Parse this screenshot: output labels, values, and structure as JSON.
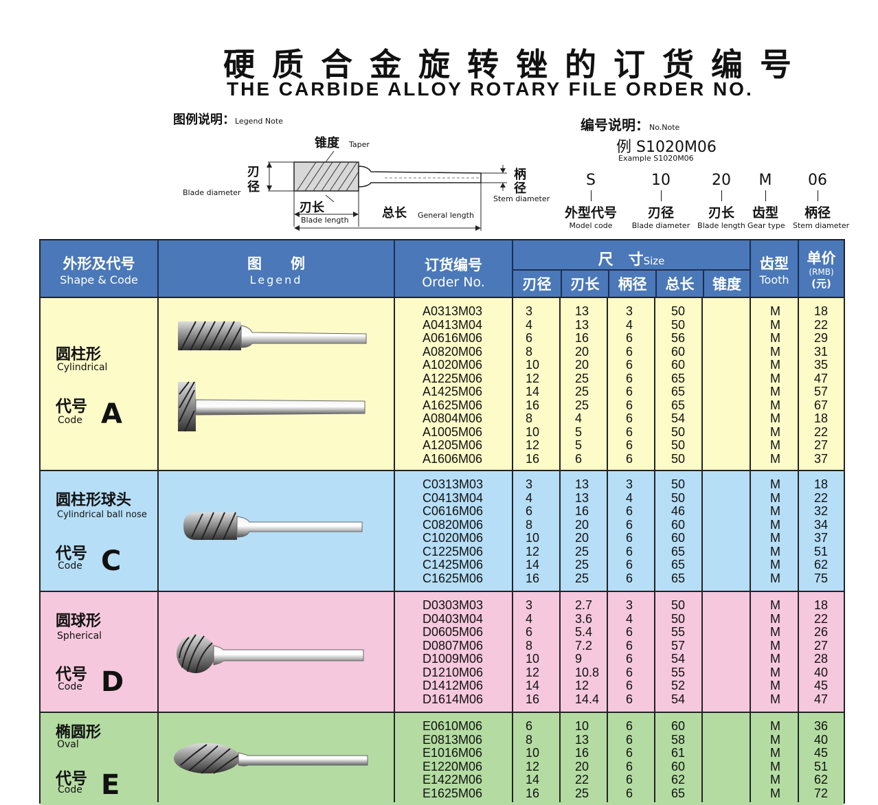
{
  "title": {
    "cn": "硬质合金旋转锉的订货编号",
    "en": "THE CARBIDE ALLOY ROTARY FILE ORDER NO."
  },
  "legend": {
    "cn": "图例说明：",
    "en": "Legend Note",
    "taper_cn": "锥度",
    "taper_en": "Taper",
    "blade_diameter_cn1": "刃",
    "blade_diameter_cn2": "径",
    "blade_diameter_en": "Blade diameter",
    "blade_length_cn": "刃长",
    "blade_length_en": "Blade length",
    "general_length_cn": "总长",
    "general_length_en": "General length",
    "stem_diameter_cn1": "柄",
    "stem_diameter_cn2": "径",
    "stem_diameter_en": "Stem diameter"
  },
  "no_note": {
    "cn": "编号说明：",
    "en": "No.Note",
    "example": "例 S1020M06",
    "example_en": "Example S1020M06",
    "parts": [
      {
        "code": "S",
        "cn": "外型代号",
        "en": "Model code"
      },
      {
        "code": "10",
        "cn": "刃径",
        "en": "Blade diameter"
      },
      {
        "code": "20",
        "cn": "刃长",
        "en": "Blade length"
      },
      {
        "code": "M",
        "cn": "齿型",
        "en": "Gear type"
      },
      {
        "code": "06",
        "cn": "柄径",
        "en": "Stem diameter"
      }
    ]
  },
  "table_header": {
    "shape_cn": "外形及代号",
    "shape_en": "Shape & Code",
    "legend_cn": "图　　例",
    "legend_en": "Legend",
    "order_cn": "订货编号",
    "order_en": "Order No.",
    "size_cn": "尺　寸",
    "size_en": "Size",
    "blade_dia": "刃径",
    "blade_len": "刃长",
    "stem_dia": "柄径",
    "total_len": "总长",
    "taper": "锥度",
    "tooth_cn": "齿型",
    "tooth_en": "Tooth",
    "price_cn": "单价",
    "price_rmb": "(RMB)",
    "price_yuan": "(元)"
  },
  "code_label": {
    "cn": "代号",
    "en": "Code"
  },
  "colors": {
    "header": "#4a78b8",
    "sectionA": "#fdfbc8",
    "sectionC": "#b6def7",
    "sectionD": "#f6c8dd",
    "sectionE": "#b4dca2"
  },
  "sections": [
    {
      "name_cn": "圆柱形",
      "name_en": "Cylindrical",
      "code": "A",
      "order": [
        "A0313M03",
        "A0413M04",
        "A0616M06",
        "A0820M06",
        "A1020M06",
        "A1225M06",
        "A1425M06",
        "A1625M06",
        "A0804M06",
        "A1005M06",
        "A1205M06",
        "A1606M06"
      ],
      "blade_dia": [
        "3",
        "4",
        "6",
        "8",
        "10",
        "12",
        "14",
        "16",
        "8",
        "10",
        "12",
        "16"
      ],
      "blade_len": [
        "13",
        "13",
        "16",
        "20",
        "20",
        "25",
        "25",
        "25",
        "4",
        "5",
        "5",
        "6"
      ],
      "stem_dia": [
        "3",
        "4",
        "6",
        "6",
        "6",
        "6",
        "6",
        "6",
        "6",
        "6",
        "6",
        "6"
      ],
      "total_len": [
        "50",
        "50",
        "56",
        "60",
        "60",
        "65",
        "65",
        "65",
        "54",
        "50",
        "50",
        "50"
      ],
      "tooth": [
        "M",
        "M",
        "M",
        "M",
        "M",
        "M",
        "M",
        "M",
        "M",
        "M",
        "M",
        "M"
      ],
      "price": [
        "18",
        "22",
        "29",
        "31",
        "35",
        "47",
        "57",
        "67",
        "18",
        "22",
        "27",
        "37"
      ]
    },
    {
      "name_cn": "圆柱形球头",
      "name_en": "Cylindrical ball nose",
      "code": "C",
      "order": [
        "C0313M03",
        "C0413M04",
        "C0616M06",
        "C0820M06",
        "C1020M06",
        "C1225M06",
        "C1425M06",
        "C1625M06"
      ],
      "blade_dia": [
        "3",
        "4",
        "6",
        "8",
        "10",
        "12",
        "14",
        "16"
      ],
      "blade_len": [
        "13",
        "13",
        "16",
        "20",
        "20",
        "25",
        "25",
        "25"
      ],
      "stem_dia": [
        "3",
        "4",
        "6",
        "6",
        "6",
        "6",
        "6",
        "6"
      ],
      "total_len": [
        "50",
        "50",
        "46",
        "60",
        "60",
        "65",
        "65",
        "65"
      ],
      "tooth": [
        "M",
        "M",
        "M",
        "M",
        "M",
        "M",
        "M",
        "M"
      ],
      "price": [
        "18",
        "22",
        "32",
        "34",
        "37",
        "51",
        "62",
        "75"
      ]
    },
    {
      "name_cn": "圆球形",
      "name_en": "Spherical",
      "code": "D",
      "order": [
        "D0303M03",
        "D0403M04",
        "D0605M06",
        "D0807M06",
        "D1009M06",
        "D1210M06",
        "D1412M06",
        "D1614M06"
      ],
      "blade_dia": [
        "3",
        "4",
        "6",
        "8",
        "10",
        "12",
        "14",
        "16"
      ],
      "blade_len": [
        "2.7",
        "3.6",
        "5.4",
        "7.2",
        "9",
        "10.8",
        "12",
        "14.4"
      ],
      "stem_dia": [
        "3",
        "4",
        "6",
        "6",
        "6",
        "6",
        "6",
        "6"
      ],
      "total_len": [
        "50",
        "50",
        "55",
        "57",
        "54",
        "55",
        "52",
        "54"
      ],
      "tooth": [
        "M",
        "M",
        "M",
        "M",
        "M",
        "M",
        "M",
        "M"
      ],
      "price": [
        "18",
        "22",
        "26",
        "27",
        "28",
        "40",
        "45",
        "47"
      ]
    },
    {
      "name_cn": "椭圆形",
      "name_en": "Oval",
      "code": "E",
      "order": [
        "E0610M06",
        "E0813M06",
        "E1016M06",
        "E1220M06",
        "E1422M06",
        "E1625M06"
      ],
      "blade_dia": [
        "6",
        "8",
        "10",
        "12",
        "14",
        "16"
      ],
      "blade_len": [
        "10",
        "13",
        "16",
        "20",
        "22",
        "25"
      ],
      "stem_dia": [
        "6",
        "6",
        "6",
        "6",
        "6",
        "6"
      ],
      "total_len": [
        "60",
        "58",
        "61",
        "60",
        "62",
        "65"
      ],
      "tooth": [
        "M",
        "M",
        "M",
        "M",
        "M",
        "M"
      ],
      "price": [
        "36",
        "40",
        "45",
        "51",
        "62",
        "72"
      ]
    }
  ]
}
